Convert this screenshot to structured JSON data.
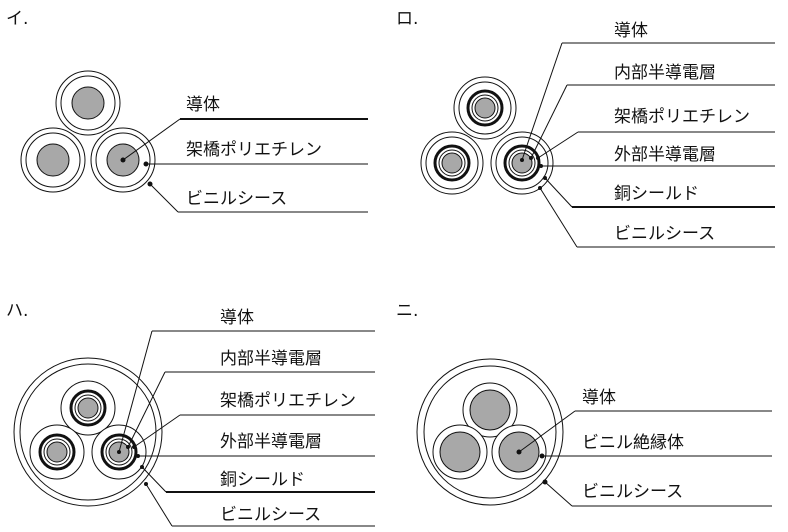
{
  "options": [
    {
      "id": "i",
      "marker": "イ.",
      "labels": [
        "導体",
        "架橋ポリエチレン",
        "ビニルシース"
      ]
    },
    {
      "id": "ro",
      "marker": "ロ.",
      "labels": [
        "導体",
        "内部半導電層",
        "架橋ポリエチレン",
        "外部半導電層",
        "銅シールド",
        "ビニルシース"
      ]
    },
    {
      "id": "ha",
      "marker": "ハ.",
      "labels": [
        "導体",
        "内部半導電層",
        "架橋ポリエチレン",
        "外部半導電層",
        "銅シールド",
        "ビニルシース"
      ]
    },
    {
      "id": "ni",
      "marker": "ニ.",
      "labels": [
        "導体",
        "ビニル絶縁体",
        "ビニルシース"
      ]
    }
  ]
}
